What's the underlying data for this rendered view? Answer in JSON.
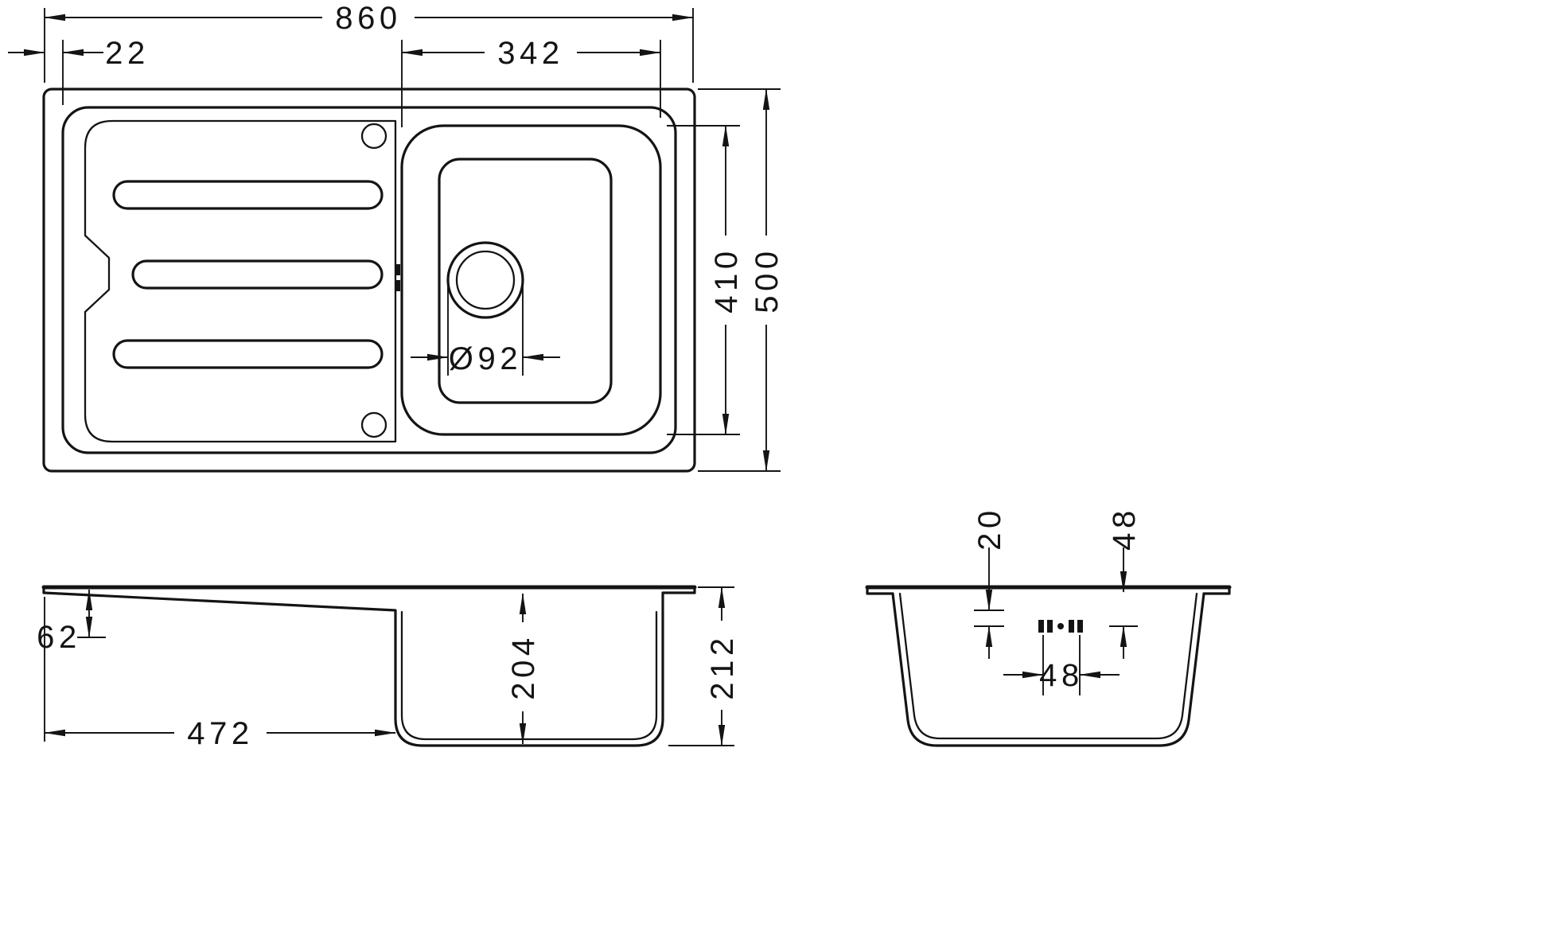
{
  "page": {
    "background": "#ffffff",
    "line_color": "#141414"
  },
  "top_view": {
    "dims": {
      "overall_width": "860",
      "rim_inset": "22",
      "bowl_width": "342",
      "bowl_length": "410",
      "overall_depth": "500",
      "drain_diameter": "Ø92"
    }
  },
  "side_view": {
    "dims": {
      "front_edge_height": "62",
      "drainer_length": "472",
      "bowl_depth": "204",
      "overall_height": "212"
    }
  },
  "end_view": {
    "dims": {
      "fastener_offset": "20",
      "fastener_drop": "48",
      "fastener_spacing": "48"
    }
  }
}
